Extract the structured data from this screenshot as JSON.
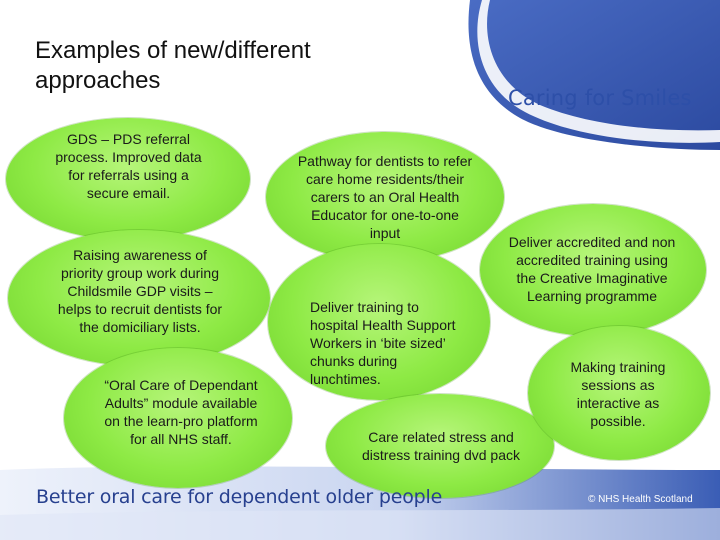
{
  "slide": {
    "title": "Examples of new/different approaches",
    "brand": "Caring for Smiles",
    "tagline": "Better oral care for dependent older people",
    "copyright": "© NHS Health Scotland"
  },
  "bubbles": [
    {
      "text": "GDS – PDS referral process. Improved data for referrals using a secure email."
    },
    {
      "text": "Raising awareness of priority group work during Childsmile GDP visits – helps to recruit dentists for the domiciliary lists."
    },
    {
      "text": "“Oral Care of Dependant Adults” module available on the learn-pro platform for all NHS staff."
    },
    {
      "text": "Pathway for dentists to refer care home residents/their carers to an Oral Health Educator for one-to-one input"
    },
    {
      "text": "Deliver training to hospital Health Support Workers in ‘bite sized’ chunks during lunchtimes."
    },
    {
      "text": "Care related stress and distress training dvd pack"
    },
    {
      "text": "Deliver accredited and non accredited training using the Creative Imaginative Learning programme"
    },
    {
      "text": "Making training sessions as interactive as possible."
    }
  ],
  "colors": {
    "bubble_green": "#8eea45",
    "brand_blue": "#2d4fa8",
    "band_blue": "#3558b0"
  }
}
